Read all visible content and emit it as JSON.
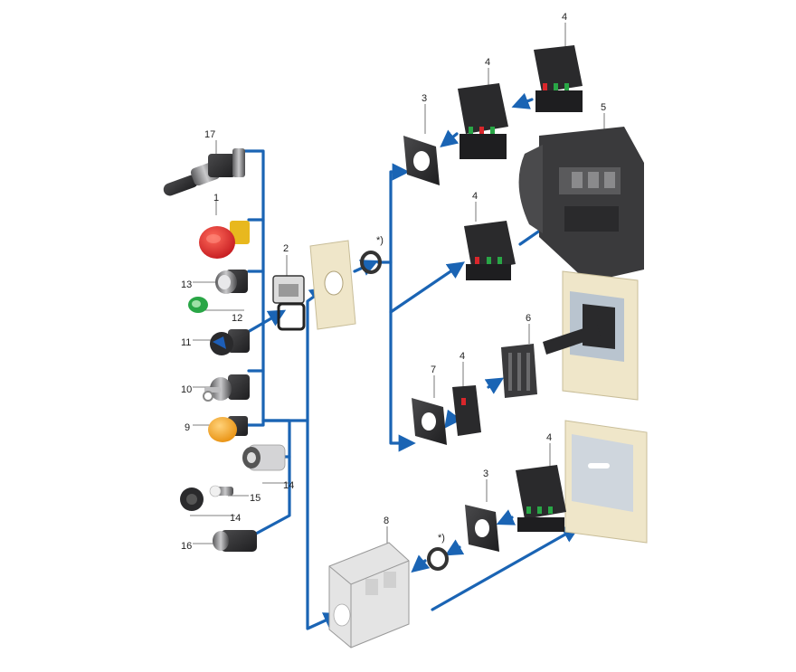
{
  "colors": {
    "connector_blue": "#1a64b4",
    "housing_dark": "#3a3a3c",
    "contact_block_dark": "#2a2a2c",
    "panel_beige": "#efe6c9",
    "frame_grey": "#e4e4e4",
    "accent_red": "#d9262b",
    "accent_green": "#29a646",
    "accent_amber": "#f2a51d",
    "accent_blue": "#1d5eb7"
  },
  "callouts": [
    {
      "id": "17",
      "label": "17"
    },
    {
      "id": "1",
      "label": "1"
    },
    {
      "id": "13",
      "label": "13"
    },
    {
      "id": "12",
      "label": "12"
    },
    {
      "id": "11",
      "label": "11"
    },
    {
      "id": "10",
      "label": "10"
    },
    {
      "id": "9",
      "label": "9"
    },
    {
      "id": "15",
      "label": "15"
    },
    {
      "id": "14a",
      "label": "14"
    },
    {
      "id": "14b",
      "label": "14"
    },
    {
      "id": "16",
      "label": "16"
    },
    {
      "id": "2",
      "label": "2"
    },
    {
      "id": "star_top",
      "label": "*)"
    },
    {
      "id": "3a",
      "label": "3"
    },
    {
      "id": "4a",
      "label": "4"
    },
    {
      "id": "4b",
      "label": "4"
    },
    {
      "id": "5",
      "label": "5"
    },
    {
      "id": "4c",
      "label": "4"
    },
    {
      "id": "6",
      "label": "6"
    },
    {
      "id": "7",
      "label": "7"
    },
    {
      "id": "4d",
      "label": "4"
    },
    {
      "id": "3b",
      "label": "3"
    },
    {
      "id": "4e",
      "label": "4"
    },
    {
      "id": "star_bottom",
      "label": "*)"
    },
    {
      "id": "8",
      "label": "8"
    }
  ]
}
